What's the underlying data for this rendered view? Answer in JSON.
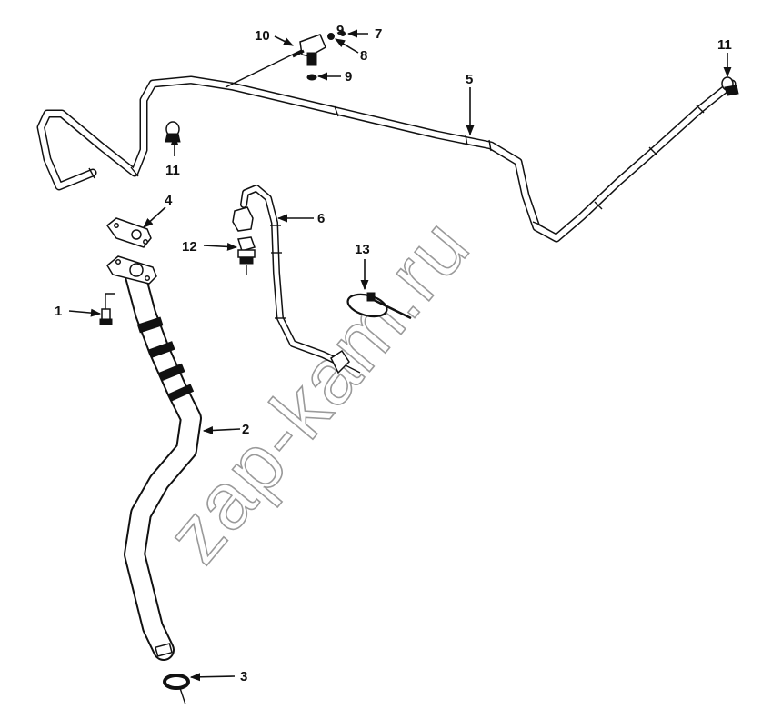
{
  "watermark": "zap-kam.ru",
  "callouts": {
    "c1": "1",
    "c2": "2",
    "c3": "3",
    "c4": "4",
    "c5": "5",
    "c6": "6",
    "c7": "7",
    "c8": "8",
    "c9a": "9",
    "c9b": "9",
    "c10": "10",
    "c11a": "11",
    "c11b": "11",
    "c12": "12",
    "c13": "13"
  }
}
